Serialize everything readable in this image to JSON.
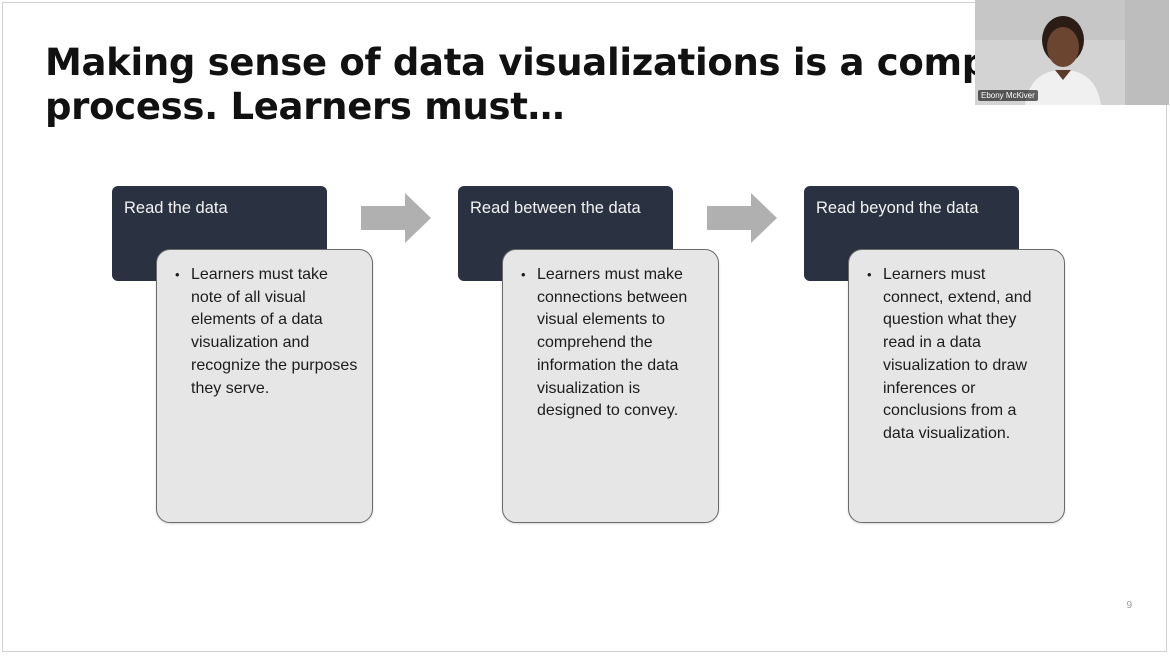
{
  "slide": {
    "title": "Making sense of data visualizations is a complex process. Learners must…",
    "page_number": "9",
    "stages": [
      {
        "header": "Read the data",
        "body": "Learners must take note of all visual elements of a data visualization and recognize the purposes they serve."
      },
      {
        "header": "Read between the data",
        "body": "Learners must make connections between visual elements to comprehend the information the data visualization is designed to convey."
      },
      {
        "header": "Read beyond the data",
        "body": "Learners must connect, extend, and question what they read in a data visualization to draw inferences or conclusions from a data visualization."
      }
    ],
    "bullet_glyph": "•"
  },
  "participant": {
    "name": "Ebony McKiver"
  },
  "colors": {
    "header_fill": "#2a3242",
    "body_fill": "#e6e6e6",
    "arrow_fill": "#b0b0b0"
  }
}
